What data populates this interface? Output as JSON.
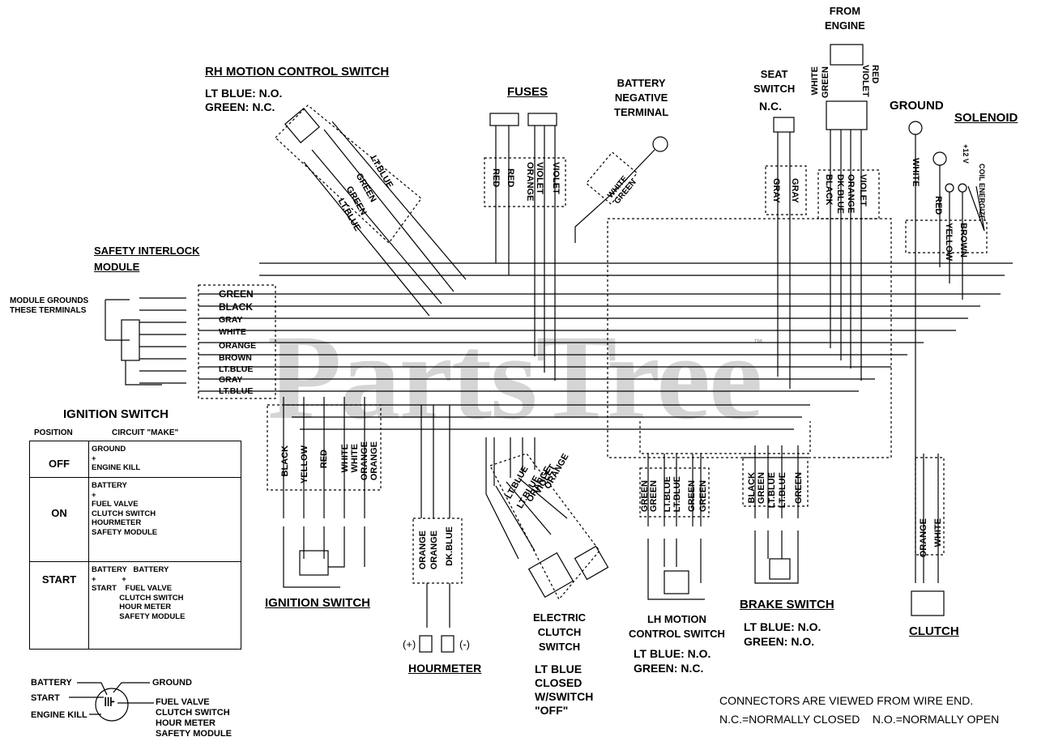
{
  "watermark": "PartsTree",
  "trademark": "™",
  "labels": {
    "rh_switch": "RH MOTION CONTROL SWITCH",
    "rh_no": "LT BLUE: N.O.",
    "rh_nc": "GREEN: N.C.",
    "fuses": "FUSES",
    "battery_neg": "BATTERY\nNEGATIVE\nTERMINAL",
    "seat_switch": "SEAT\nSWITCH",
    "seat_nc": "N.C.",
    "from_engine": "FROM\nENGINE",
    "ground": "GROUND",
    "solenoid": "SOLENOID",
    "plus12": "+12 V",
    "coil": "COIL ENERGIZE",
    "safety_module": "SAFETY INTERLOCK\nMODULE",
    "module_grounds": "MODULE GROUNDS\nTHESE TERMINALS",
    "ignition_table_title": "IGNITION SWITCH",
    "position_hdr": "POSITION",
    "circuit_hdr": "CIRCUIT \"MAKE\"",
    "ignition_switch": "IGNITION SWITCH",
    "hourmeter": "HOURMETER",
    "hour_plus": "(+)",
    "hour_minus": "(-)",
    "electric_clutch": "ELECTRIC\nCLUTCH\nSWITCH",
    "clutch_note": "LT BLUE\nCLOSED\nW/SWITCH\n\"OFF\"",
    "lh_switch": "LH MOTION\nCONTROL SWITCH",
    "lh_no": "LT BLUE: N.O.",
    "lh_nc": "GREEN: N.C.",
    "brake_switch": "BRAKE SWITCH",
    "brake_no": "LT BLUE: N.O.",
    "brake_nc": "GREEN: N.O.",
    "clutch": "CLUTCH",
    "note1": "CONNECTORS ARE VIEWED FROM WIRE END.",
    "note2": "N.C.=NORMALLY CLOSED    N.O.=NORMALLY OPEN",
    "key_battery": "BATTERY",
    "key_start": "START",
    "key_engine_kill": "ENGINE KILL",
    "key_ground": "GROUND",
    "key_right": "FUEL VALVE\nCLUTCH SWITCH\nHOUR METER\nSAFETY MODULE"
  },
  "module_wires": [
    "GREEN",
    "BLACK",
    "GRAY",
    "WHITE",
    "ORANGE",
    "BROWN",
    "LT.BLUE",
    "GRAY",
    "LT.BLUE"
  ],
  "ignition_rows": [
    {
      "position": "OFF",
      "circuit": "GROUND\n+\nENGINE KILL"
    },
    {
      "position": "ON",
      "circuit": "BATTERY\n+\nFUEL VALVE\nCLUTCH SWITCH\nHOURMETER\nSAFETY MODULE"
    },
    {
      "position": "START",
      "circuit": "BATTERY   BATTERY\n+            +\nSTART    FUEL VALVE\n             CLUTCH SWITCH\n             HOUR METER\n             SAFETY MODULE"
    }
  ],
  "wire_labels": {
    "fuse": [
      "RED",
      "RED",
      "VIOLET\nORANGE",
      "VIOLET"
    ],
    "battery_lead": "WHITE\nGREEN",
    "rh": [
      "LT.BLUE",
      "GREEN",
      "GREEN",
      "LT.BLUE"
    ],
    "seat": [
      "GRAY",
      "GRAY"
    ],
    "engine": [
      "BLACK",
      "DK.BLUE",
      "ORANGE",
      "VIOLET"
    ],
    "engine_top": [
      "WHITE",
      "GREEN",
      "VIOLET",
      "RED"
    ],
    "ground_wire": "WHITE",
    "solenoid": [
      "RED",
      "YELLOW",
      "BROWN"
    ],
    "ignition": [
      "BLACK",
      "YELLOW",
      "RED",
      "WHITE",
      "WHITE",
      "ORANGE",
      "ORANGE"
    ],
    "hourmeter": [
      "ORANGE",
      "ORANGE",
      "DK.BLUE"
    ],
    "elec_clutch": [
      "LT.BLUE",
      "LT.BLUE",
      "ORANGE",
      "VIOLET",
      "ORANGE"
    ],
    "lh": [
      "GREEN",
      "GREEN",
      "LT.BLUE",
      "LT.BLUE",
      "GREEN",
      "GREEN"
    ],
    "brake": [
      "BLACK",
      "GREEN",
      "LT.BLUE",
      "LT.BLUE",
      "GREEN"
    ],
    "clutch_wires": [
      "ORANGE",
      "WHITE"
    ]
  }
}
